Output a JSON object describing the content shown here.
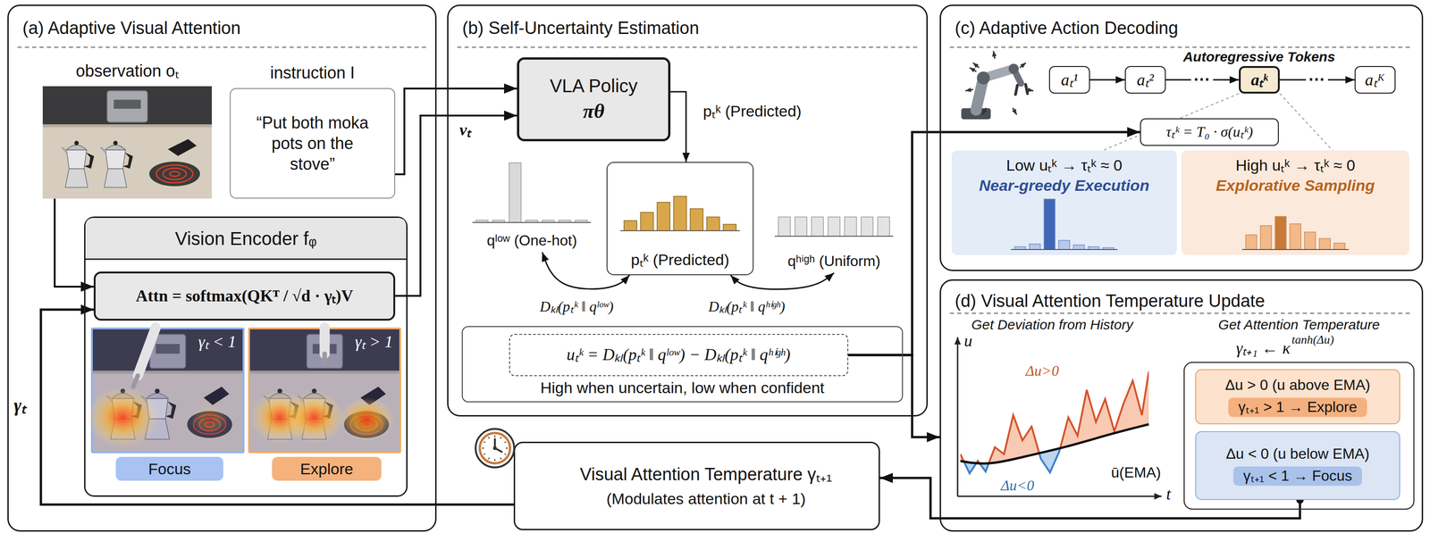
{
  "diagram": {
    "nodes": [
      {
        "text": [
          "(a) Adaptive Visual Attention"
        ]
      },
      {
        "text": [
          "observation oₜ"
        ],
        "in": 0
      },
      {
        "text": [
          "instruction I",
          "“Put both moka pots on the stove”"
        ],
        "in": 0
      },
      {
        "text": [
          "Vision Encoder fᵩ"
        ],
        "in": 0
      },
      {
        "text": [
          "Attn = softmax(QKᵀ / √d · γₜ)V"
        ],
        "in": 3
      },
      {
        "text": [
          "γₜ < 1"
        ],
        "in": 3
      },
      {
        "text": [
          "Focus"
        ],
        "in": 3
      },
      {
        "text": [
          "γₜ > 1"
        ],
        "in": 3
      },
      {
        "text": [
          "Explore"
        ],
        "in": 3
      },
      {
        "text": [
          "Visual Attention Temperature γₜ₊₁",
          "(Modulates attention at t + 1)"
        ]
      },
      {
        "text": [
          "(b) Self-Uncertainty Estimation"
        ]
      },
      {
        "text": [
          "VLA Policy",
          "πθ"
        ],
        "in": 10
      },
      {
        "text": [
          "qˡᵒʷ (One-hot)"
        ],
        "in": 10
      },
      {
        "text": [
          "pₜᵏ (Predicted)"
        ],
        "in": 10
      },
      {
        "text": [
          "qʰⁱᵍʰ (Uniform)"
        ],
        "in": 10
      },
      {
        "text": [
          "High when uncertain, low when confident"
        ],
        "in": 10
      },
      {
        "text": [
          "uₜᵏ = Dₖₗ(pₜᵏ ‖ qˡᵒʷ) − Dₖₗ(pₜᵏ ‖ qʰⁱᵍʰ)"
        ],
        "in": 15
      },
      {
        "text": [
          "(c) Adaptive Action Decoding"
        ]
      },
      {
        "text": [
          "aₜ¹"
        ],
        "in": 17
      },
      {
        "text": [
          "aₜ²"
        ],
        "in": 17
      },
      {
        "text": [
          "aₜᵏ"
        ],
        "in": 17
      },
      {
        "text": [
          "aₜᴷ"
        ],
        "in": 17
      },
      {
        "text": [
          "τₜᵏ = T₀ · σ(uₜᵏ)"
        ],
        "in": 17
      },
      {
        "text": [
          "Low uₜᵏ → τₜᵏ ≈ 0",
          "Near-greedy Execution"
        ],
        "in": 17
      },
      {
        "text": [
          "High uₜᵏ → τₜᵏ ≈ 0",
          "Explorative Sampling"
        ],
        "in": 17
      },
      {
        "text": [
          "(d) Visual Attention Temperature Update"
        ]
      },
      {
        "text": [
          "Δu > 0 (u above EMA)",
          "γₜ₊₁ > 1 → Explore"
        ],
        "in": 25
      },
      {
        "text": [
          "Δu < 0 (u below EMA)",
          "γₜ₊₁ < 1 → Focus"
        ],
        "in": 25
      }
    ],
    "edges": [
      {
        "from": 1,
        "to": 4,
        "arrow": "to"
      },
      {
        "from": 2,
        "to": 11,
        "arrow": "to"
      },
      {
        "from": 4,
        "to": 11,
        "arrow": "to",
        "label": "vₜ"
      },
      {
        "from": 11,
        "to": 13,
        "arrow": "to",
        "label": "pₜᵏ (Predicted)"
      },
      {
        "from": 13,
        "to": 12,
        "arrow": "both",
        "label": "Dₖₗ(pₜᵏ ‖ qˡᵒʷ)"
      },
      {
        "from": 13,
        "to": 14,
        "arrow": "both",
        "label": "Dₖₗ(pₜᵏ ‖ qʰⁱᵍʰ)"
      },
      {
        "from": 16,
        "to": 22,
        "arrow": "to"
      },
      {
        "from": 16,
        "to": 25,
        "arrow": "to"
      },
      {
        "from": 18,
        "to": 19,
        "arrow": "to"
      },
      {
        "from": 19,
        "to": 20,
        "arrow": "to",
        "label": "···"
      },
      {
        "from": 20,
        "to": 21,
        "arrow": "to",
        "label": "···"
      },
      {
        "from": 27,
        "to": 9,
        "arrow": "to"
      },
      {
        "from": 9,
        "to": 4,
        "arrow": "to",
        "label": "γₜ"
      }
    ],
    "labels": [
      "Autoregressive Tokens",
      "Get Deviation from History",
      "u",
      "Δu>0",
      "Δu<0",
      "ū(EMA)",
      "t",
      "Get Attention Temperature",
      "γₜ₊₁ ← κ",
      "tanh(Δu)"
    ]
  }
}
